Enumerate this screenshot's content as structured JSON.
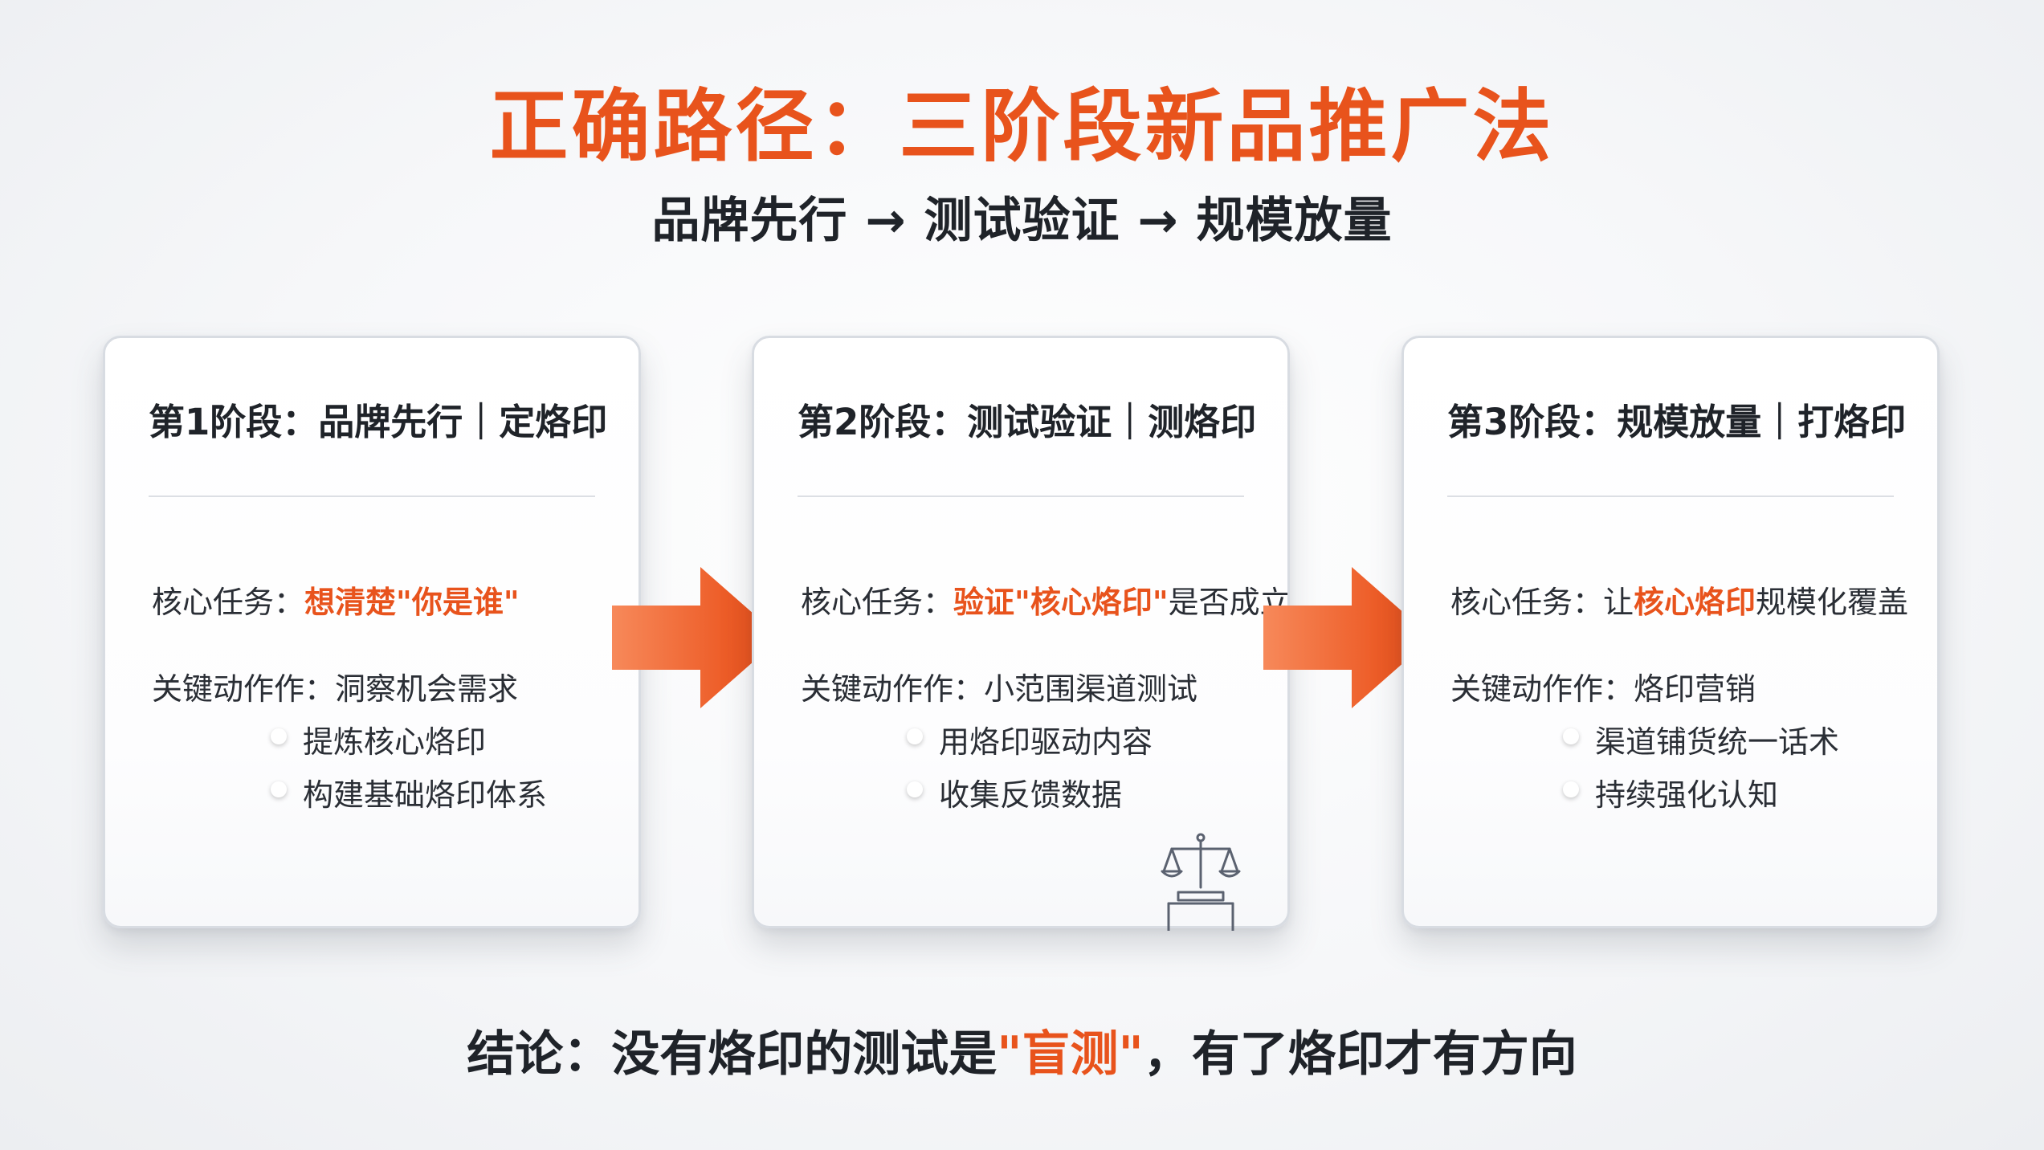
{
  "title": "正确路径：三阶段新品推广法",
  "subtitle": "品牌先行 → 测试验证 → 规模放量",
  "colors": {
    "accent": "#e8531c",
    "text": "#1f2329",
    "card_border": "#d8dce2"
  },
  "stages": [
    {
      "title": "第1阶段：品牌先行｜定烙印",
      "task_label": "核心任务：",
      "task_pre": "",
      "task_highlight": "想清楚\"你是谁\"",
      "task_post": "",
      "actions_label": "关键动作作：",
      "actions": [
        "洞察机会需求",
        "提炼核心烙印",
        "构建基础烙印体系"
      ]
    },
    {
      "title": "第2阶段：测试验证｜测烙印",
      "task_label": "核心任务：",
      "task_pre": "",
      "task_highlight": "验证\"核心烙印\"",
      "task_post": "是否成立",
      "actions_label": "关键动作作：",
      "actions": [
        "小范围渠道测试",
        "用烙印驱动内容",
        "收集反馈数据"
      ],
      "icon": "scale-justice-icon"
    },
    {
      "title": "第3阶段：规模放量｜打烙印",
      "task_label": "核心任务：",
      "task_pre": "让",
      "task_highlight": "核心烙印",
      "task_post": "规模化覆盖",
      "actions_label": "关键动作作：",
      "actions": [
        "烙印营销",
        "渠道铺货统一话术",
        "持续强化认知"
      ]
    }
  ],
  "arrows": [
    "arrow-right-icon",
    "arrow-right-icon"
  ],
  "conclusion": {
    "pre": "结论：没有烙印的测试是",
    "highlight": "\"盲测\"",
    "post": "，有了烙印才有方向"
  }
}
